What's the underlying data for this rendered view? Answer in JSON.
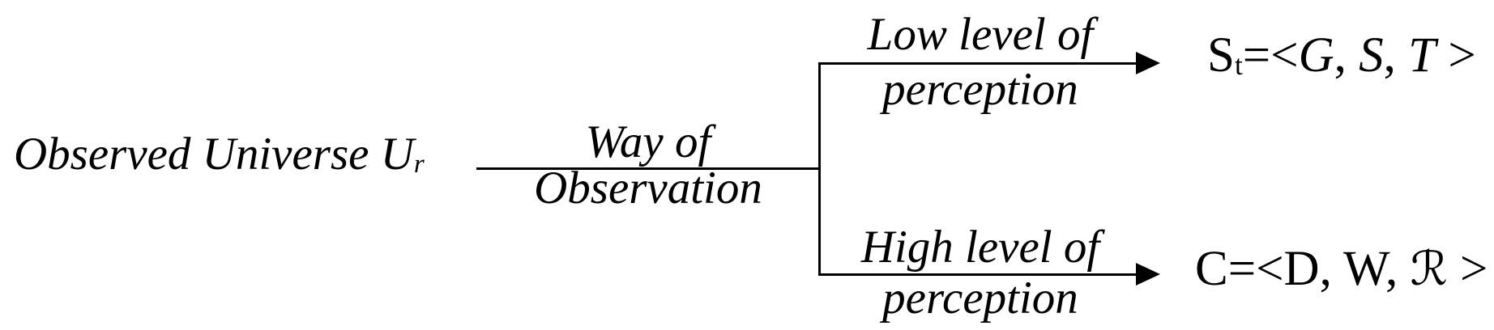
{
  "colors": {
    "ink": "#000000",
    "background": "#ffffff"
  },
  "root": {
    "label": "Observed Universe U",
    "subscript": "r"
  },
  "branch_label": {
    "numerator": "Way of",
    "denominator": "Observation"
  },
  "low_branch_label": {
    "numerator": "Low level of",
    "denominator": "perception"
  },
  "high_branch_label": {
    "numerator": "High level of",
    "denominator": "perception"
  },
  "low_result": {
    "base": "S",
    "subscript": "t",
    "relation": "=<",
    "item1": "G",
    "sep1": ", ",
    "item2": "S",
    "sep2": ", ",
    "item3": "T",
    "close": " >"
  },
  "high_result": {
    "base": "C",
    "relation": "=<",
    "item1": "D",
    "sep1": ", ",
    "item2": "W",
    "sep2": ", ",
    "item3": "R",
    "close": " >"
  }
}
